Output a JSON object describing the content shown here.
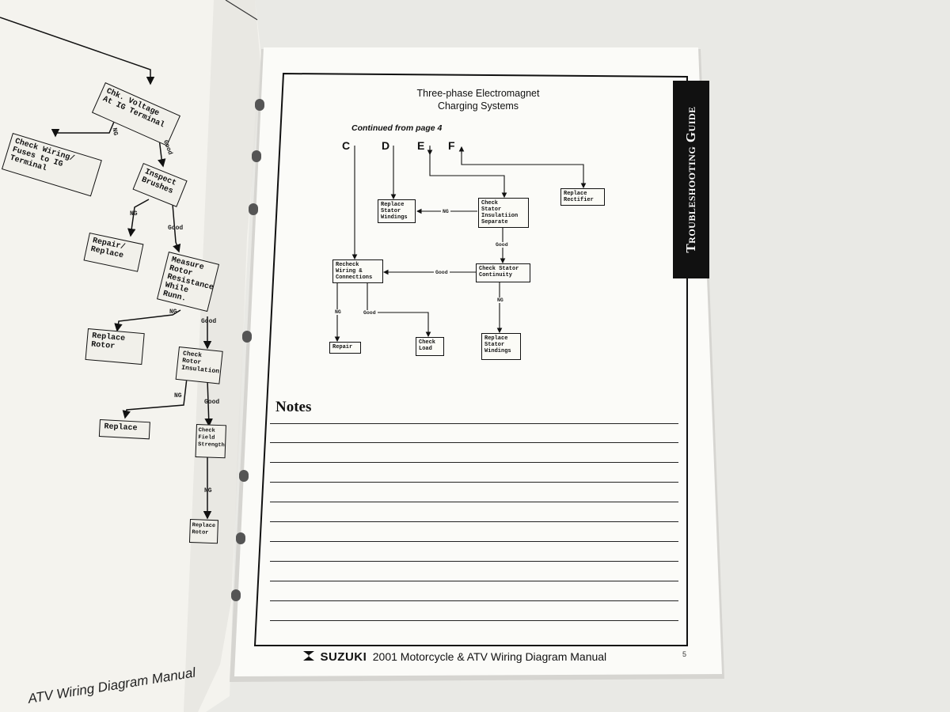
{
  "left_page": {
    "boxes": {
      "chk_voltage": "Chk. Voltage\nAt IG Terminal",
      "check_wiring": "Check Wiring/\nFuses to IG\nTerminal",
      "inspect_brushes": "Inspect\nBrushes",
      "repair_replace": "Repair/\nReplace",
      "measure_rotor": "Measure\nRotor\nResistance\nWhile Runn.",
      "replace_rotor": "Replace\nRotor",
      "check_rotor_insulation": "Check\nRotor\nInsulation",
      "replace": "Replace",
      "check_field_strength": "Check\nField\nStrength",
      "replace_rotor_2": "Replace\nRotor"
    },
    "labels": {
      "ng": "NG",
      "good": "Good"
    },
    "footer": "ATV Wiring Diagram Manual"
  },
  "right_page": {
    "title_line1": "Three-phase Electromagnet",
    "title_line2": "Charging Systems",
    "continued": "Continued from page 4",
    "connectors": [
      "C",
      "D",
      "E",
      "F"
    ],
    "side_tab": "Troubleshooting Guide",
    "boxes": {
      "replace_rectifier": "Replace\nRectifier",
      "replace_stator_windings_top": "Replace\nStator\nWindings",
      "check_stator_insulation": "Check\nStator\nInsulatiion\nSeparate",
      "recheck_wiring": "Recheck\nWiring &\nConnections",
      "check_stator_continuity": "Check Stator\nContinuity",
      "repair": "Repair",
      "check_load": "Check\nLoad",
      "replace_stator_windings_bottom": "Replace\nStator\nWindings"
    },
    "labels": {
      "ng": "NG",
      "good": "Good"
    },
    "notes_heading": "Notes",
    "footer_brand": "SUZUKI",
    "footer_text": "2001 Motorcycle & ATV Wiring Diagram Manual",
    "page_number": "5"
  }
}
